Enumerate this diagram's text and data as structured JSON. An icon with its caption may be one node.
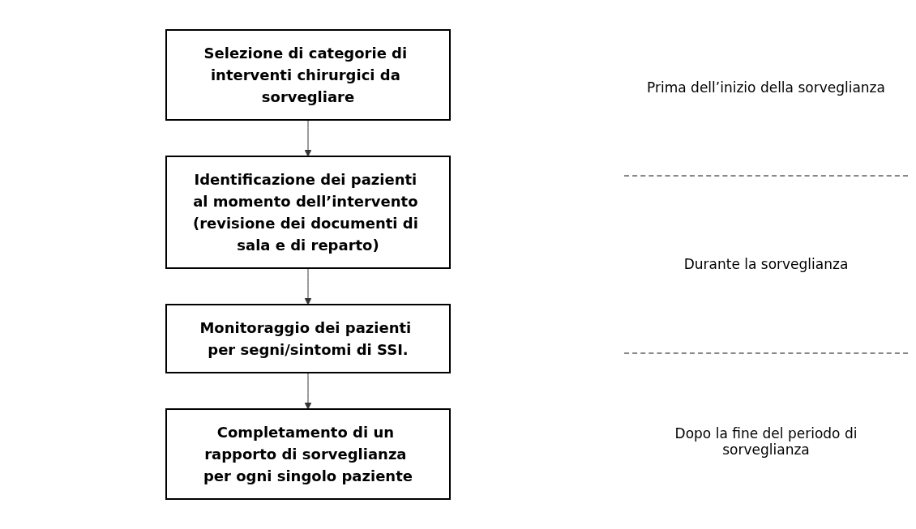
{
  "diagram": {
    "nodes": [
      {
        "text": [
          "Selezione di categorie di interventi chirurgici da sorvegliare"
        ]
      },
      {
        "text": [
          "Identificazione dei pazienti al momento dell’intervento (revisione dei documenti di sala e di reparto)"
        ]
      },
      {
        "text": [
          "Monitoraggio dei pazienti per segni/sintomi di SSI."
        ]
      },
      {
        "text": [
          "Completamento di un rapporto di sorveglianza per ogni singolo paziente"
        ]
      }
    ],
    "edges": [
      {
        "from": 0,
        "to": 1,
        "arrow": "to"
      },
      {
        "from": 1,
        "to": 2,
        "arrow": "to"
      },
      {
        "from": 2,
        "to": 3,
        "arrow": "to"
      }
    ],
    "labels": [
      "Prima dell’inizio della sorveglianza",
      "Durante la sorveglianza",
      "Dopo la fine del periodo di sorveglianza"
    ]
  }
}
